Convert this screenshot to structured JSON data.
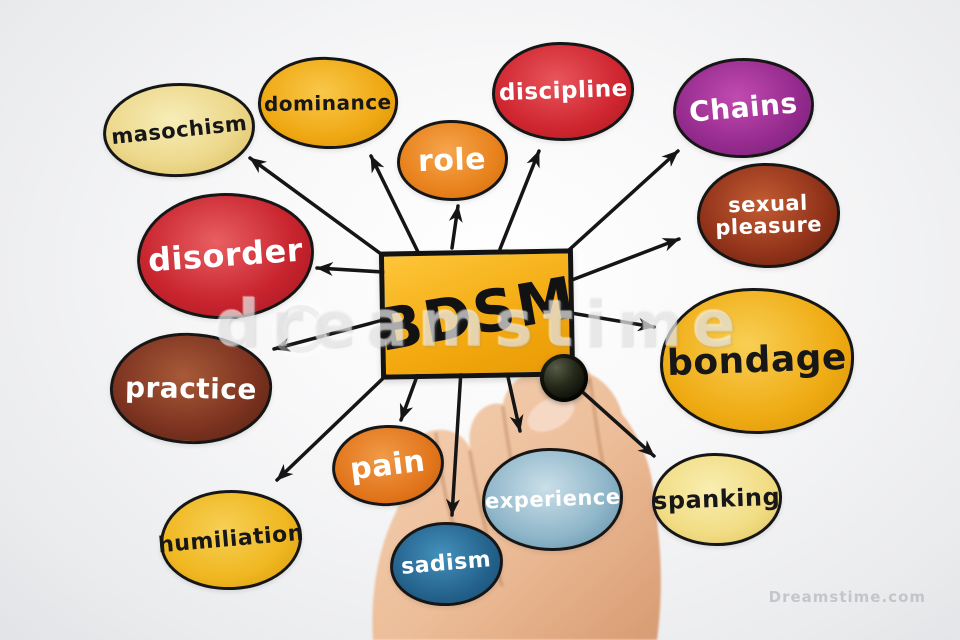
{
  "center": {
    "label": "BDSM",
    "fill": "#f3a90f",
    "text_color": "#121212"
  },
  "nodes": [
    {
      "id": "masochism",
      "label": "masochism",
      "fill": "#edd98d",
      "text_color": "#171717"
    },
    {
      "id": "dominance",
      "label": "dominance",
      "fill": "#f0a813",
      "text_color": "#171717"
    },
    {
      "id": "role",
      "label": "role",
      "fill": "#e8821c",
      "text_color": "#ffffff"
    },
    {
      "id": "discipline",
      "label": "discipline",
      "fill": "#cf2630",
      "text_color": "#ffffff"
    },
    {
      "id": "chains",
      "label": "Chains",
      "fill": "#962b8e",
      "text_color": "#ffffff"
    },
    {
      "id": "sexual-pleasure",
      "label": "sexual pleasure",
      "line1": "sexual",
      "line2": "pleasure",
      "fill": "#92331a",
      "text_color": "#ffffff"
    },
    {
      "id": "disorder",
      "label": "disorder",
      "fill": "#c8242e",
      "text_color": "#ffffff"
    },
    {
      "id": "bondage",
      "label": "bondage",
      "fill": "#efab13",
      "text_color": "#171717"
    },
    {
      "id": "practice",
      "label": "practice",
      "fill": "#7c3320",
      "text_color": "#ffffff"
    },
    {
      "id": "pain",
      "label": "pain",
      "fill": "#e2761c",
      "text_color": "#ffffff"
    },
    {
      "id": "experience",
      "label": "experience",
      "fill": "#8fb6c9",
      "text_color": "#ffffff"
    },
    {
      "id": "spanking",
      "label": "spanking",
      "fill": "#f2dd85",
      "text_color": "#171717"
    },
    {
      "id": "sadism",
      "label": "sadism",
      "fill": "#25648e",
      "text_color": "#ffffff"
    },
    {
      "id": "humiliation",
      "label": "humiliation",
      "fill": "#f0b822",
      "text_color": "#171717"
    }
  ],
  "watermark": {
    "tile": "dreamstime",
    "corner": "Dreamstime.com"
  }
}
